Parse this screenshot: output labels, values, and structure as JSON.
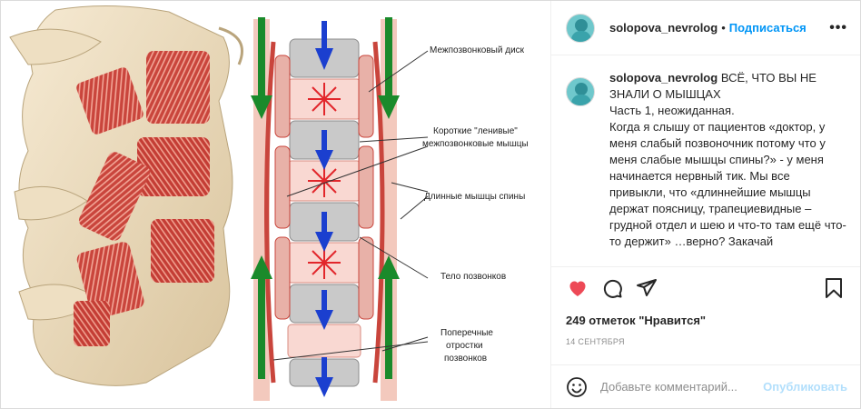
{
  "header": {
    "username": "solopova_nevrolog",
    "separator": "•",
    "follow_label": "Подписаться",
    "more_label": "•••"
  },
  "caption": {
    "username": "solopova_nevrolog",
    "title": "ВСЁ, ЧТО ВЫ НЕ ЗНАЛИ О МЫШЦАХ",
    "lines": [
      "Часть 1, неожиданная.",
      "Когда я слышу от пациентов «доктор, у меня слабый позвоночник потому что у меня слабые мышцы спины?» - у меня начинается нервный тик. Мы все привыкли, что «длиннейшие мышцы держат поясницу, трапециевидные – грудной отдел и шею и что-то там ещё что-то держит» …верно? Закачай"
    ]
  },
  "diagram_labels": {
    "disc": "Межпозвонковый диск",
    "short_muscles_1": "Короткие \"ленивые\"",
    "short_muscles_2": "межпозвонковые мышцы",
    "long_muscles": "Длинные мышцы спины",
    "vertebra_body": "Тело позвонков",
    "transverse_1": "Поперечные",
    "transverse_2": "отростки",
    "transverse_3": "позвонков"
  },
  "actions": {
    "like_icon": "heart-icon",
    "comment_icon": "comment-icon",
    "share_icon": "share-icon",
    "save_icon": "bookmark-icon"
  },
  "likes_text": "249 отметок \"Нравится\"",
  "date_text": "14 сентября",
  "comment_box": {
    "placeholder": "Добавьте комментарий...",
    "publish_label": "Опубликовать"
  },
  "colors": {
    "accent": "#0095f6",
    "like": "#ed4956",
    "publish_disabled": "#b2dffc"
  }
}
